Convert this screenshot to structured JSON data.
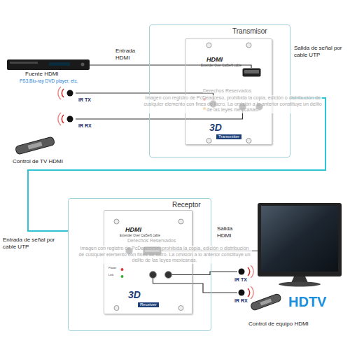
{
  "diagram": {
    "nodes": [
      {
        "text": [
          "Transmisor"
        ]
      },
      {
        "text": [
          "HDMI",
          "Extender Over Cat5e/6 cable",
          "3D",
          "Transmitter"
        ],
        "in": 0
      },
      {
        "text": [
          "Receptor"
        ]
      },
      {
        "text": [
          "HDMI",
          "Extender Over Cat5e/6 cable",
          "Power",
          "Link",
          "3D",
          "Receiver"
        ],
        "in": 2
      }
    ],
    "edges": [
      {
        "from": 0,
        "to": 2,
        "arrow": "none"
      }
    ],
    "labels": [
      "Entrada HDMI",
      "Fuente HDMI",
      "PS3,Blu-ray DVD player, etc.",
      "IR TX",
      "IR RX",
      "Control de TV HDMI",
      "Salida de señal por cable UTP",
      "Derechos Reservados",
      "Imagen con registro de PcDeacceso, prohibida la copia, edición o distribución de cusiquier elemento con fines de lucro. La omisión a lo anterior constituye un delito de las leyes mexicanas.",
      "Entrada de señal por cable UTP",
      "Salida HDMI",
      "Derechos Reservados",
      "Imagen con registro de PcDeacceso, prohibida la copia, edición o distribución de cusiquier elemento con fines de lucro. La omisión a lo anterior constituye un delito de las leyes mexicanas.",
      "IR TX",
      "IR RX",
      "HDTV",
      "Control de equipo HDMI"
    ]
  }
}
